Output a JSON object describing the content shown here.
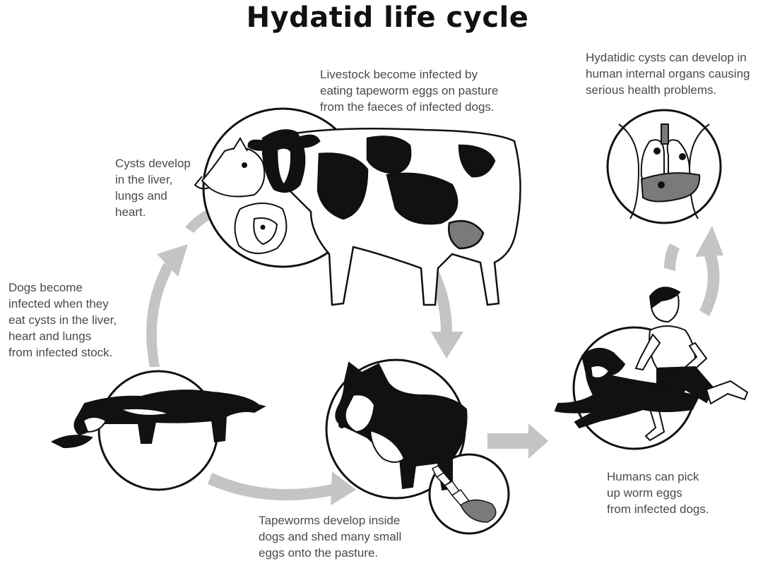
{
  "title": "Hydatid life cycle",
  "captions": {
    "livestock": [
      "Livestock become infected by",
      "eating tapeworm eggs on pasture",
      "from the faeces of infected dogs."
    ],
    "humans_cysts": [
      "Hydatidic cysts can develop in",
      "human internal organs causing",
      "serious health problems."
    ],
    "cysts_develop": [
      "Cysts develop",
      "in the liver,",
      "lungs and",
      "heart."
    ],
    "dogs_infected": [
      "Dogs become",
      "infected when they",
      "eat cysts in the liver,",
      "heart and lungs",
      "from infected stock."
    ],
    "tapeworms": [
      "Tapeworms develop inside",
      "dogs and shed many small",
      "eggs onto the pasture."
    ],
    "humans_pick": [
      "Humans can pick",
      "up worm eggs",
      "from infected dogs."
    ]
  },
  "colors": {
    "arrow": "#c4c4c4",
    "ink": "#111111",
    "organ": "#7a7a7a",
    "caption": "#4a4a4a"
  }
}
